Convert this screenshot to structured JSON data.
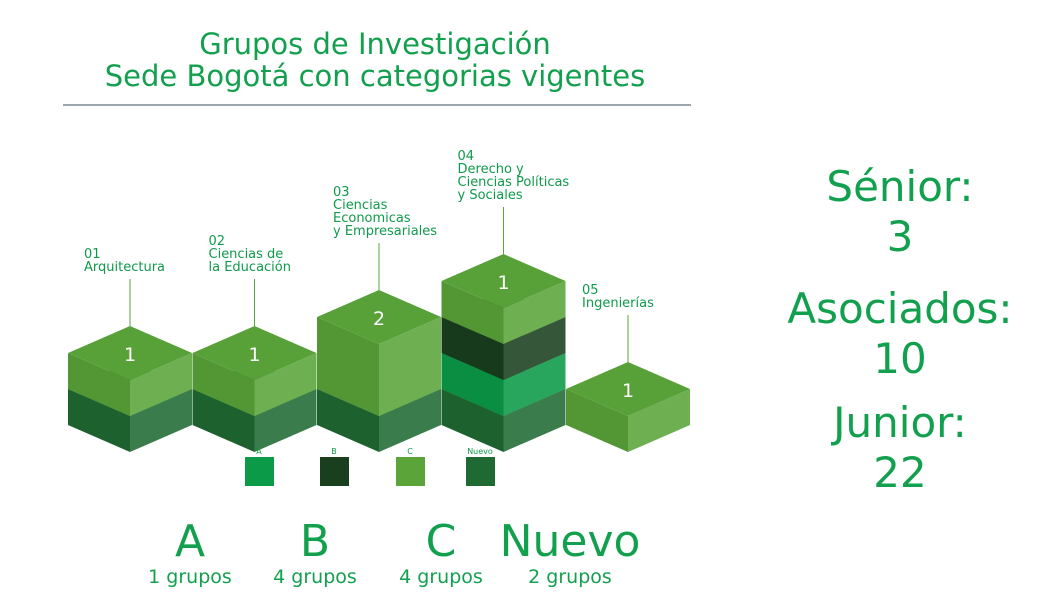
{
  "title_line1": "Grupos de Investigación",
  "title_line2": "Sede Bogotá con categorias vigentes",
  "colors": {
    "A": "#0b9a47",
    "B": "#1a3f1e",
    "C": "#5aa43a",
    "Nuevo": "#1f6a32",
    "text": "#12a04e"
  },
  "chart_data": {
    "type": "bar",
    "categories": [
      {
        "number": "01",
        "lines": [
          "Arquitectura"
        ]
      },
      {
        "number": "02",
        "lines": [
          "Ciencias de",
          "la Educación"
        ]
      },
      {
        "number": "03",
        "lines": [
          "Ciencias",
          "Economicas",
          "y Empresariales"
        ]
      },
      {
        "number": "04",
        "lines": [
          "Derecho y",
          "Ciencias Políticas",
          "y Sociales"
        ]
      },
      {
        "number": "05",
        "lines": [
          "Ingenierías"
        ]
      }
    ],
    "stacks": [
      [
        {
          "cat": "Nuevo",
          "value": 1
        },
        {
          "cat": "C",
          "value": 1
        }
      ],
      [
        {
          "cat": "Nuevo",
          "value": 1
        },
        {
          "cat": "C",
          "value": 1
        }
      ],
      [
        {
          "cat": "Nuevo",
          "value": 1
        },
        {
          "cat": "C",
          "value": 2
        }
      ],
      [
        {
          "cat": "Nuevo",
          "value": 1
        },
        {
          "cat": "A",
          "value": 1
        },
        {
          "cat": "B",
          "value": 1
        },
        {
          "cat": "C",
          "value": 1
        }
      ],
      [
        {
          "cat": "C",
          "value": 1
        }
      ]
    ],
    "legend": [
      {
        "key": "A",
        "label": "A"
      },
      {
        "key": "B",
        "label": "B"
      },
      {
        "key": "C",
        "label": "C"
      },
      {
        "key": "Nuevo",
        "label": "Nuevo"
      }
    ]
  },
  "summary": [
    {
      "letter": "A",
      "text": "1 grupos"
    },
    {
      "letter": "B",
      "text": "4 grupos"
    },
    {
      "letter": "C",
      "text": "4 grupos"
    },
    {
      "letter": "Nuevo",
      "text": "2 grupos"
    }
  ],
  "totals": [
    {
      "label": "Sénior:",
      "value": "3"
    },
    {
      "label": "Asociados:",
      "value": "10"
    },
    {
      "label": "Junior:",
      "value": "22"
    }
  ]
}
